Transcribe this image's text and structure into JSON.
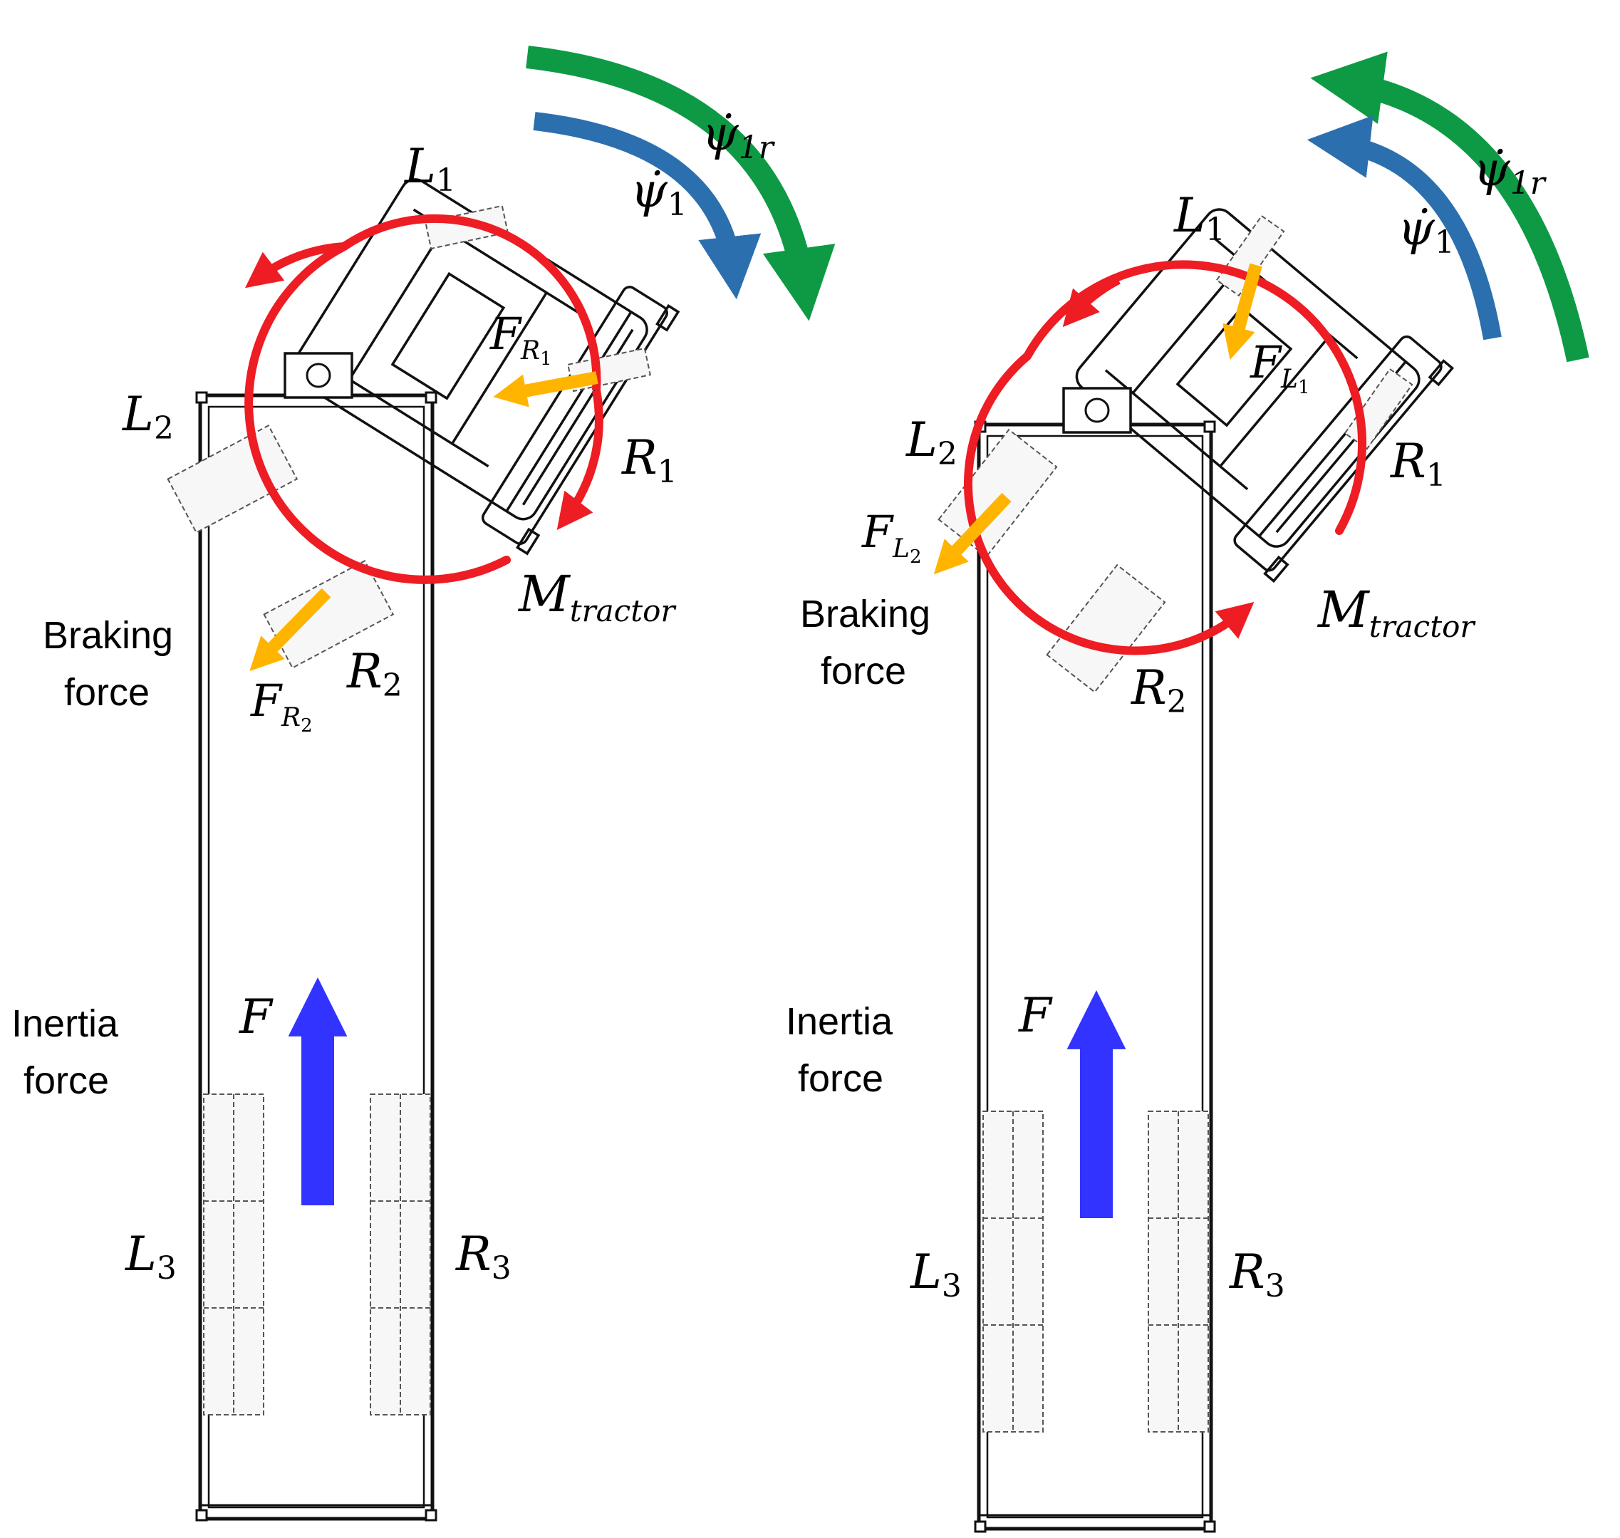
{
  "colors": {
    "moment": "#ee1c23",
    "yaw_rate": "#2c6fae",
    "yaw_rate_ref": "#0e9a44",
    "wheel_force": "#ffb400",
    "inertia_force": "#3333ff",
    "outline": "#111111"
  },
  "left": {
    "psi_r": {
      "base": "ψ̇",
      "sub": "1r"
    },
    "psi": {
      "base": "ψ̇",
      "sub": "1"
    },
    "L1": {
      "base": "L",
      "sub": "1"
    },
    "L2": {
      "base": "L",
      "sub": "2"
    },
    "R1": {
      "base": "R",
      "sub": "1"
    },
    "R2": {
      "base": "R",
      "sub": "2"
    },
    "L3": {
      "base": "L",
      "sub": "3"
    },
    "R3": {
      "base": "R",
      "sub": "3"
    },
    "F_wheel1": {
      "base": "F",
      "sub": "R",
      "subsub": "1"
    },
    "F_wheel2": {
      "base": "F",
      "sub": "R",
      "subsub": "2"
    },
    "M": {
      "base": "M",
      "sub": "tractor"
    },
    "F": "F",
    "braking_line1": "Braking",
    "braking_line2": "force",
    "inertia_line1": "Inertia",
    "inertia_line2": "force"
  },
  "right": {
    "psi_r": {
      "base": "ψ̇",
      "sub": "1r"
    },
    "psi": {
      "base": "ψ̇",
      "sub": "1"
    },
    "L1": {
      "base": "L",
      "sub": "1"
    },
    "L2": {
      "base": "L",
      "sub": "2"
    },
    "R1": {
      "base": "R",
      "sub": "1"
    },
    "R2": {
      "base": "R",
      "sub": "2"
    },
    "L3": {
      "base": "L",
      "sub": "3"
    },
    "R3": {
      "base": "R",
      "sub": "3"
    },
    "F_wheel1": {
      "base": "F",
      "sub": "L",
      "subsub": "1"
    },
    "F_wheel2": {
      "base": "F",
      "sub": "L",
      "subsub": "2"
    },
    "M": {
      "base": "M",
      "sub": "tractor"
    },
    "F": "F",
    "braking_line1": "Braking",
    "braking_line2": "force",
    "inertia_line1": "Inertia",
    "inertia_line2": "force"
  }
}
